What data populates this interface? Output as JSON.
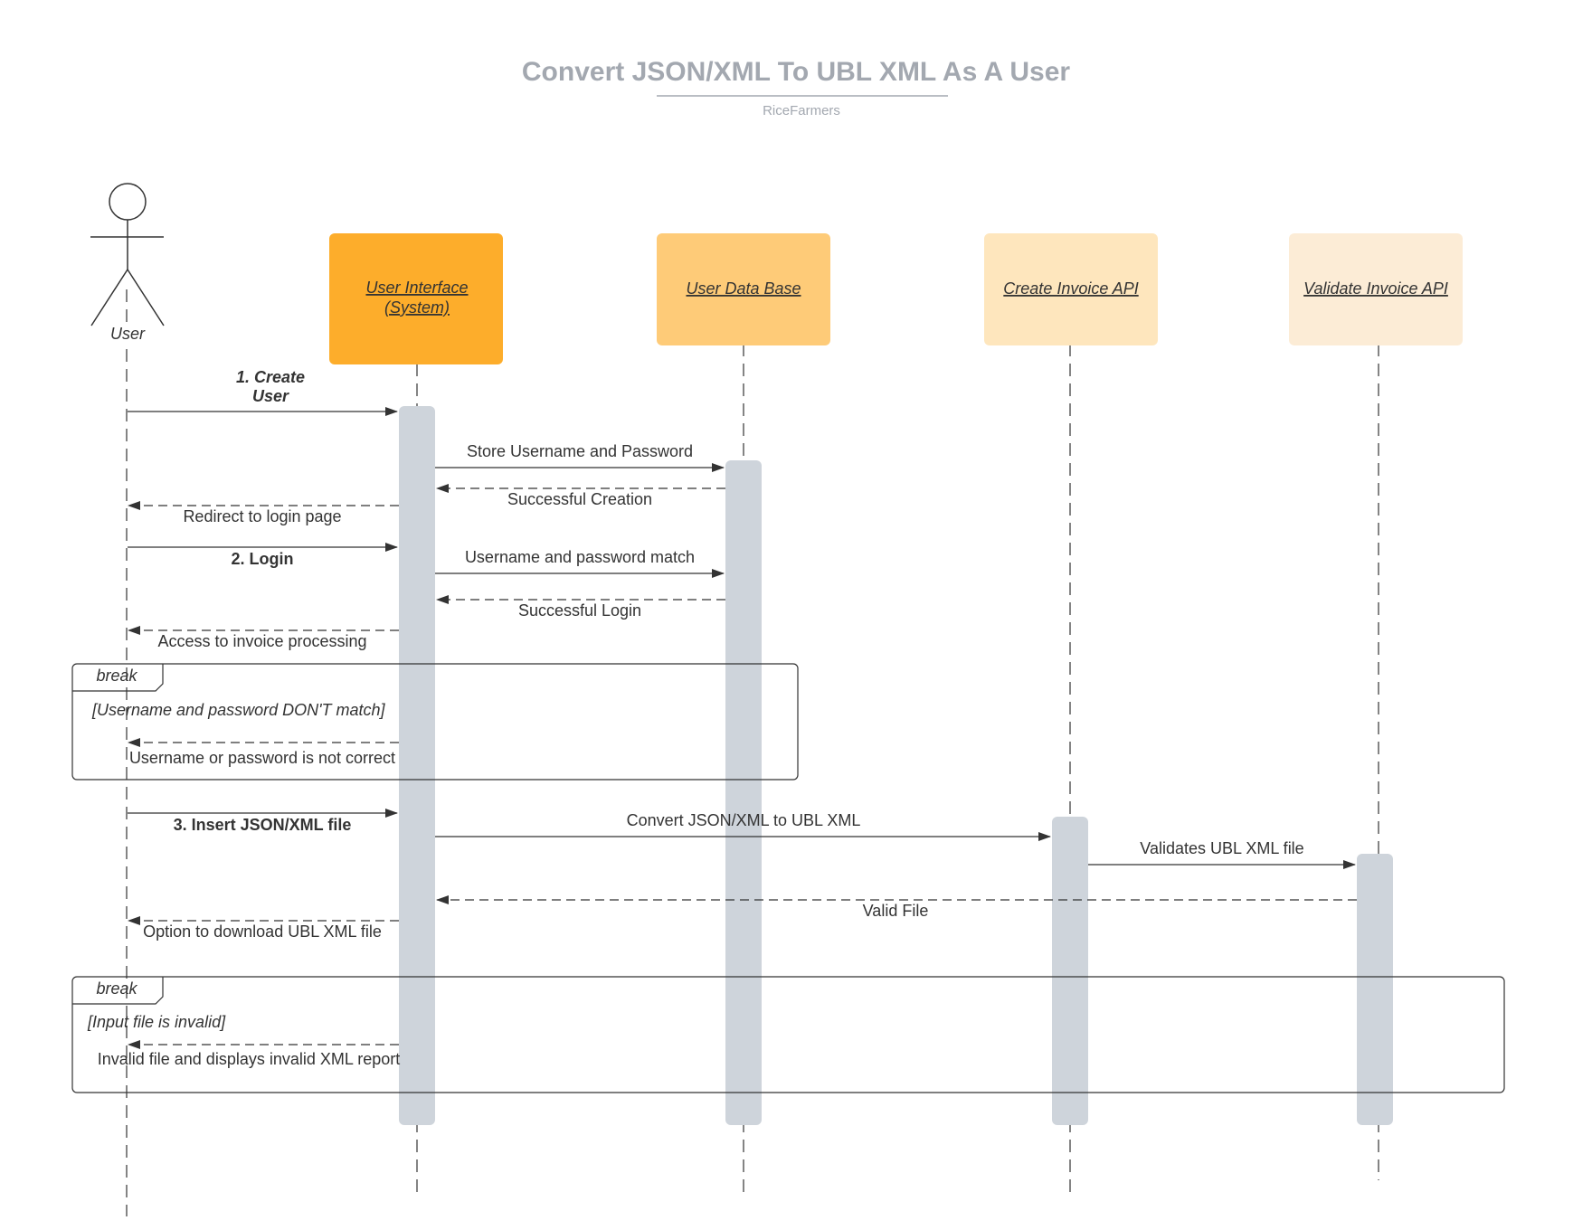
{
  "title": "Convert JSON/XML To UBL XML As A User",
  "subtitle": "RiceFarmers",
  "actor": {
    "name": "User"
  },
  "participants": [
    {
      "id": "ui",
      "lines": [
        "User Interface",
        "(System)"
      ],
      "color": "#fdad2b"
    },
    {
      "id": "db",
      "lines": [
        "User Data Base"
      ],
      "color": "#fecb78"
    },
    {
      "id": "create",
      "lines": [
        "Create Invoice API"
      ],
      "color": "#fee6bd"
    },
    {
      "id": "validate",
      "lines": [
        "Validate Invoice API"
      ],
      "color": "#fcecd6"
    }
  ],
  "messages": {
    "create_user": [
      "1. Create",
      "User"
    ],
    "store_credentials": "Store Username and Password",
    "successful_creation": "Successful Creation",
    "redirect_login": "Redirect to login page",
    "login": "2. Login",
    "credentials_match": "Username and password match",
    "successful_login": "Successful Login",
    "access_invoice": "Access to invoice processing",
    "not_correct": "Username or password is not correct",
    "insert_file": "3. Insert JSON/XML file",
    "convert": "Convert JSON/XML to UBL XML",
    "validates": "Validates UBL XML file",
    "valid_file": "Valid File",
    "download_option": "Option to download UBL XML file",
    "invalid_report": "Invalid file and displays invalid XML report"
  },
  "frames": [
    {
      "label": "break",
      "guard": "[Username and password DON'T match]"
    },
    {
      "label": "break",
      "guard": "[Input file is invalid]"
    }
  ]
}
